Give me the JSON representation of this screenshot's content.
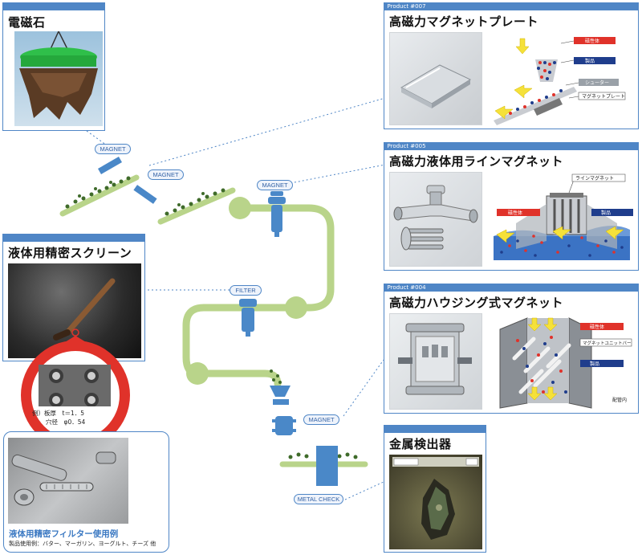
{
  "electromagnet": {
    "title": "電磁石"
  },
  "plate": {
    "code": "Product #007",
    "title": "高磁力マグネットプレート",
    "labels": [
      "磁性体",
      "製品",
      "シューター",
      "マグネットプレート"
    ]
  },
  "line": {
    "code": "Product #005",
    "title": "高磁力液体用ラインマグネット",
    "labels": [
      "ラインマグネット",
      "磁性体",
      "製品"
    ]
  },
  "housing": {
    "code": "Product #004",
    "title": "高磁力ハウジング式マグネット",
    "labels": [
      "磁性体",
      "マグネットユニットバー",
      "製品",
      "配管内"
    ]
  },
  "screen": {
    "title": "液体用精密スクリーン",
    "spec_line1": "例）板厚　t＝1．5",
    "spec_line2": "穴径　φ0．54"
  },
  "filter_example": {
    "title": "液体用精密フィルター使用例",
    "caption": "製品使用例：バター、マーガリン、ヨーグルト、チーズ 他"
  },
  "metal": {
    "title": "金属検出器"
  },
  "tags": {
    "magnet1": "MAGNET",
    "magnet2": "MAGNET",
    "magnet3": "MAGNET",
    "filter": "FILTER",
    "magnet4": "MAGNET",
    "metal_check": "METAL CHECK"
  },
  "colors": {
    "accent": "#4f86c6",
    "pipe": "#b9d48a",
    "device": "#4a88c8",
    "particle": "#3f6b2a",
    "red": "#e0322a",
    "navy": "#1f3d8c"
  }
}
